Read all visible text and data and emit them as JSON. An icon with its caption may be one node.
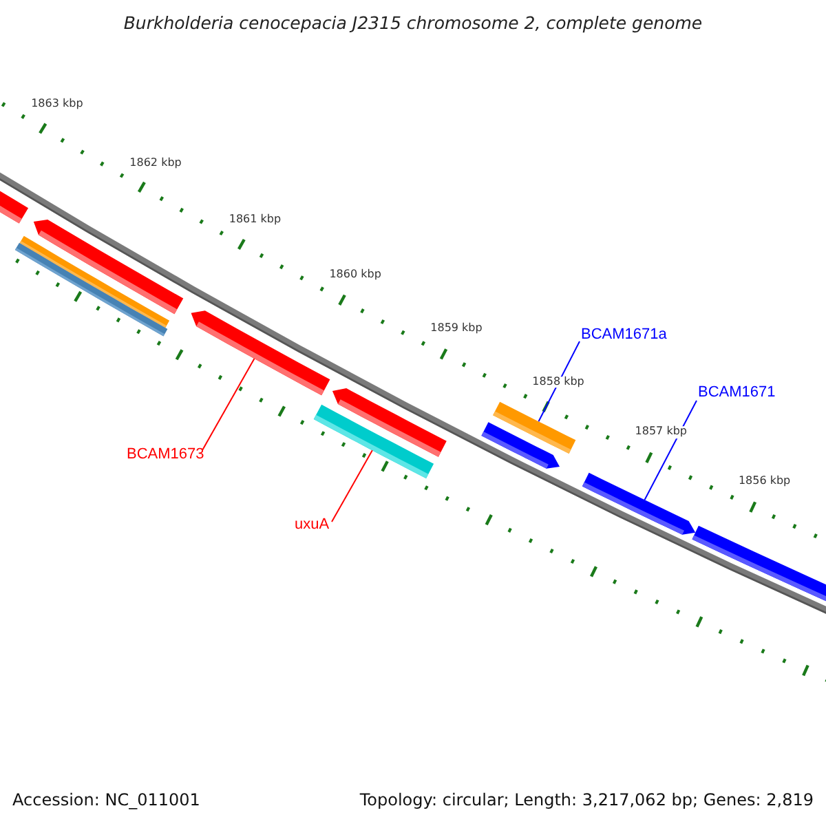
{
  "diagram": {
    "title": "Burkholderia cenocepacia J2315 chromosome 2, complete genome",
    "nodes": [
      {
        "text": [],
        "shape": "bar"
      },
      {
        "text": [],
        "shape": "arrow"
      },
      {
        "text": [],
        "shape": "bar"
      },
      {
        "text": [],
        "shape": "bar"
      },
      {
        "text": [],
        "shape": "arrow"
      },
      {
        "text": [],
        "shape": "arrow"
      },
      {
        "text": [],
        "shape": "bar"
      },
      {
        "text": [],
        "shape": "bar"
      },
      {
        "text": [],
        "shape": "arrow"
      },
      {
        "text": [],
        "shape": "arrow"
      },
      {
        "text": [],
        "shape": "bar"
      },
      {
        "text": [
          "BCAM1673"
        ]
      },
      {
        "text": [
          "uxuA"
        ]
      },
      {
        "text": [
          "BCAM1671a"
        ]
      },
      {
        "text": [
          "BCAM1671"
        ]
      }
    ],
    "edges": [
      {
        "from": 11,
        "to": 4,
        "arrow": "none",
        "color": "#ff0000"
      },
      {
        "from": 12,
        "to": 6,
        "arrow": "none",
        "color": "#ff0000"
      },
      {
        "from": 13,
        "to": 7,
        "arrow": "none",
        "color": "#0000ff"
      },
      {
        "from": 14,
        "to": 9,
        "arrow": "none",
        "color": "#0000ff"
      }
    ],
    "labels": [
      "1863 kbp",
      "1862 kbp",
      "1861 kbp",
      "1860 kbp",
      "1859 kbp",
      "1858 kbp",
      "1857 kbp",
      "1856 kbp",
      "Accession: NC_011001",
      "Topology: circular; Length: 3,217,062 bp; Genes: 2,819"
    ]
  }
}
